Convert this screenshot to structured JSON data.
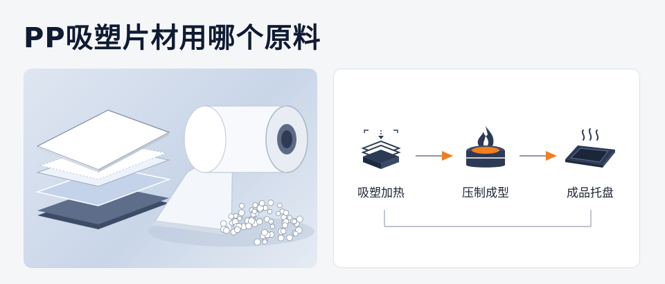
{
  "title": "PP吸塑片材用哪个原料",
  "process": {
    "steps": [
      {
        "label": "吸塑加热",
        "icon": "heating-press-icon"
      },
      {
        "label": "压制成型",
        "icon": "flame-mold-icon"
      },
      {
        "label": "成品托盘",
        "icon": "finished-tray-icon"
      }
    ],
    "colors": {
      "accent": "#f07f1f",
      "dark": "#2c3a55"
    }
  }
}
